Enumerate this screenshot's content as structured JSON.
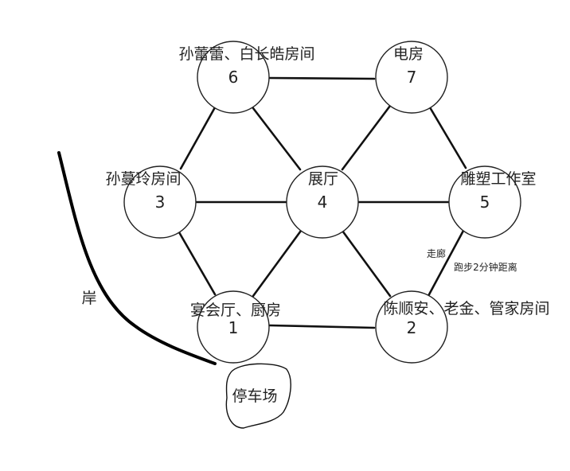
{
  "rooms": [
    {
      "number": "1",
      "label": "宴会厅、厨房"
    },
    {
      "number": "2",
      "label": "陈顺安、老金、管家房间"
    },
    {
      "number": "3",
      "label": "孙蔓玲房间"
    },
    {
      "number": "4",
      "label": "展厅"
    },
    {
      "number": "5",
      "label": "雕塑工作室"
    },
    {
      "number": "6",
      "label": "孙蕾蕾、白长皓房间"
    },
    {
      "number": "7",
      "label": "电房"
    }
  ],
  "corridor_note": "走廊",
  "distance_note": "跑步2分钟距离",
  "shore_label": "岸",
  "parking_label": "停车场"
}
